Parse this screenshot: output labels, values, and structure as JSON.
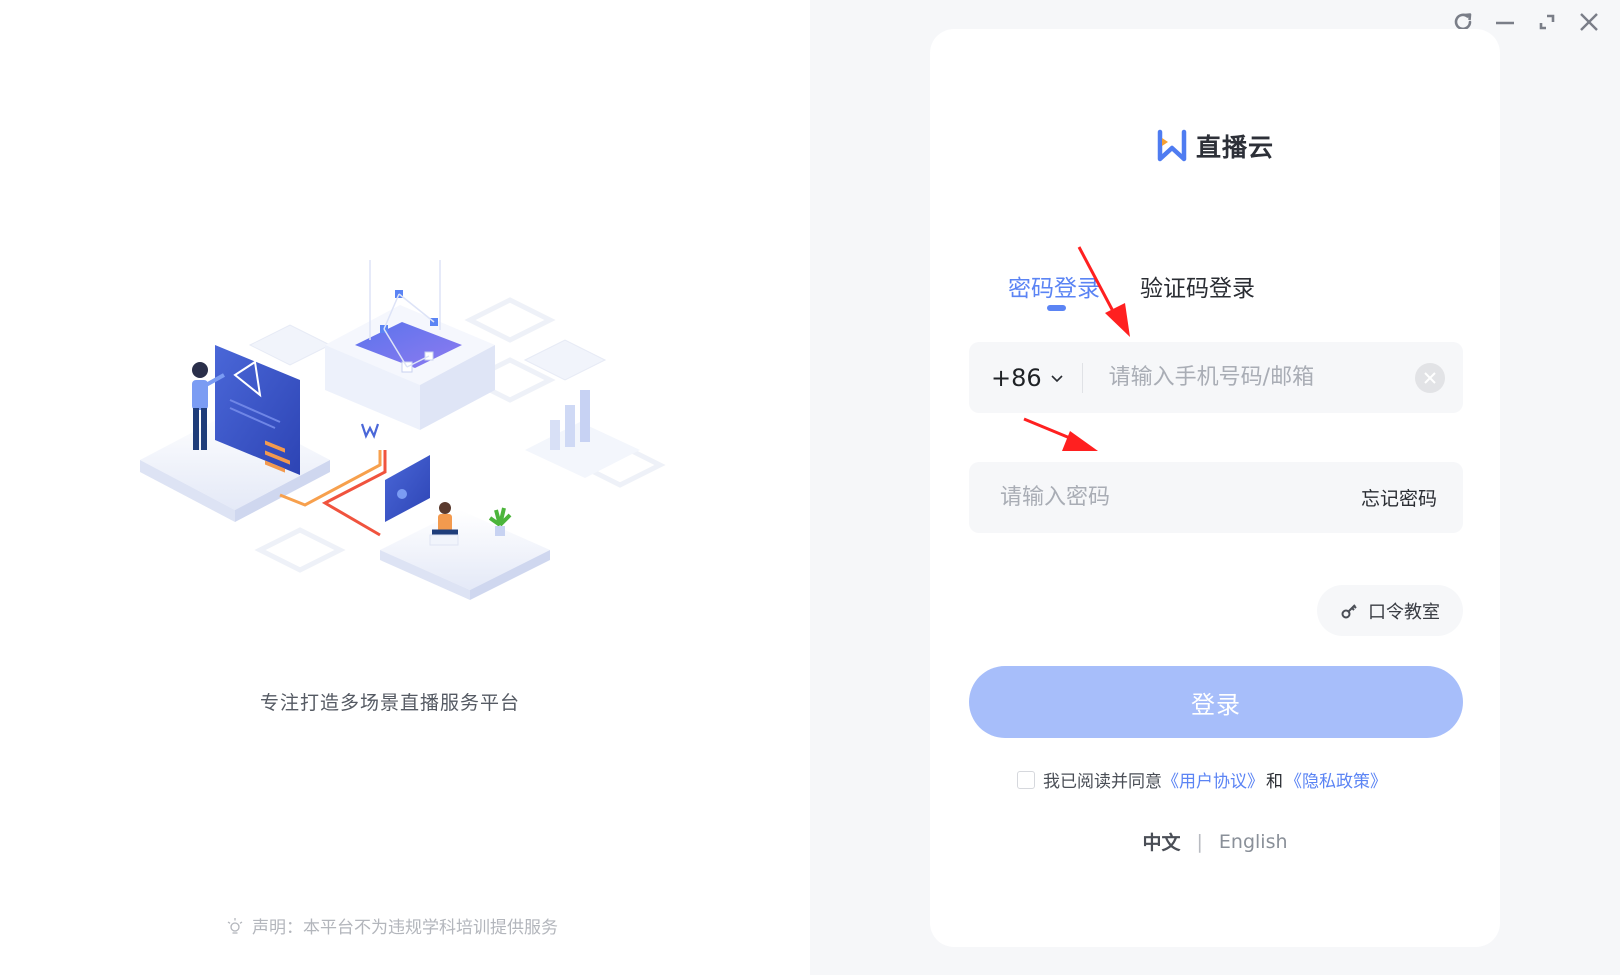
{
  "window_controls": {
    "refresh": "refresh-icon",
    "minimize": "minimize-icon",
    "restore": "restore-icon",
    "close": "close-icon"
  },
  "left": {
    "tagline": "专注打造多场景直播服务平台",
    "disclaimer": "声明：本平台不为违规学科培训提供服务"
  },
  "brand": {
    "name": "直播云",
    "logo_icon": "w-logo-icon"
  },
  "tabs": [
    {
      "label": "密码登录",
      "active": true
    },
    {
      "label": "验证码登录",
      "active": false
    }
  ],
  "phone_field": {
    "country_code": "+86",
    "placeholder": "请输入手机号码/邮箱",
    "value": ""
  },
  "password_field": {
    "placeholder": "请输入密码",
    "value": "",
    "forgot_label": "忘记密码"
  },
  "token_classroom": {
    "label": "口令教室",
    "icon": "key-icon"
  },
  "login_button": {
    "label": "登录"
  },
  "agreement": {
    "checked": false,
    "prefix": "我已阅读并同意",
    "user_agreement": "《用户协议》",
    "and": "和",
    "privacy_policy": "《隐私政策》"
  },
  "language": {
    "zh": "中文",
    "separator": "|",
    "en": "English",
    "selected": "中文"
  },
  "colors": {
    "accent": "#5b84f4",
    "login_button_disabled": "#a7befa",
    "input_bg": "#f6f7f9",
    "annotation_arrow": "#ff2020"
  }
}
